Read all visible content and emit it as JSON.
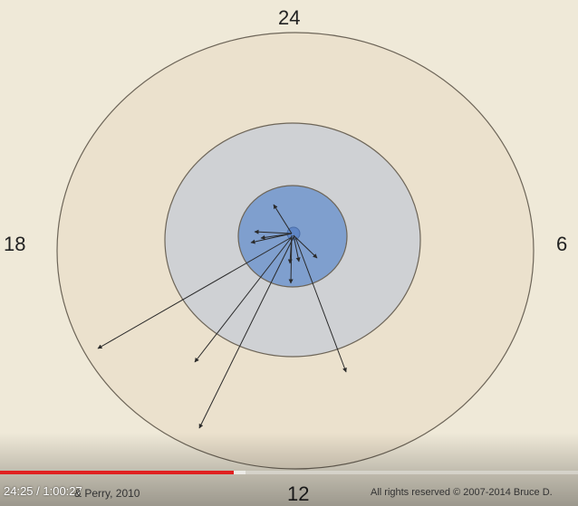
{
  "clock_labels": {
    "top": "24",
    "left": "18",
    "right": "6",
    "bottom": "12"
  },
  "colors": {
    "background": "#efe9d8",
    "outer_ring": "#ebe1cd",
    "middle_ring": "#cfd1d4",
    "inner_ring": "#7f9fce",
    "core": "#5f86c6",
    "ring_stroke": "#6d6558",
    "arrow": "#2a2a2a",
    "progress_played": "#e02020"
  },
  "player": {
    "time": "24:25 / 1:00:27",
    "progress_fraction": 0.4037,
    "buffered_fraction": 0.425
  },
  "footer": {
    "citation": "& Perry, 2010",
    "copyright": "All rights reserved © 2007-2014 Bruce D."
  }
}
